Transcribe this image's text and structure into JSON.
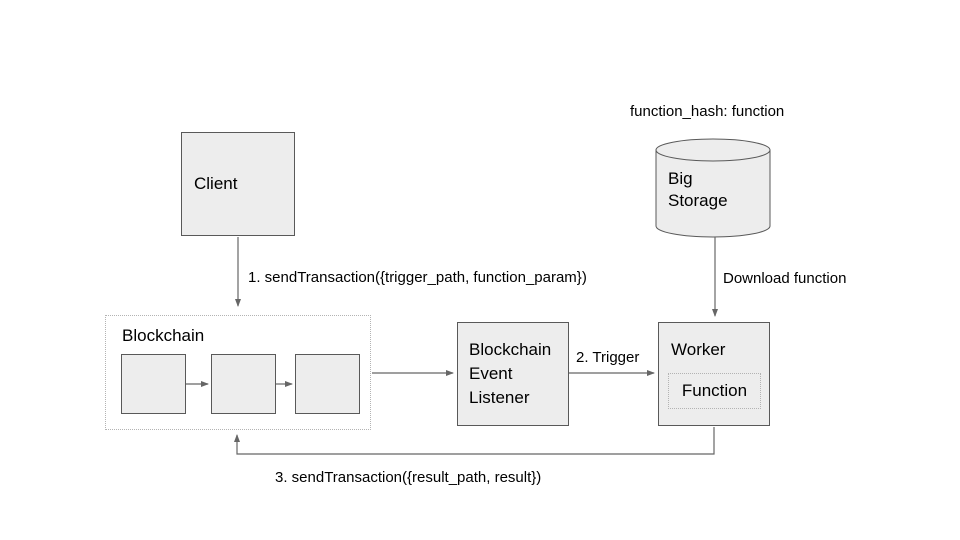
{
  "colors": {
    "background": "#ffffff",
    "node_fill": "#ededed",
    "node_border": "#595959",
    "dotted_border": "#b3b3b3",
    "arrow_color": "#666666",
    "text_color": "#000000"
  },
  "nodes": {
    "client": {
      "label": "Client"
    },
    "big_storage": {
      "label": "Big Storage",
      "annotation": "function_hash: function"
    },
    "blockchain": {
      "label": "Blockchain",
      "block_count": 3
    },
    "event_listener": {
      "label": "Blockchain Event Listener"
    },
    "worker": {
      "label": "Worker",
      "function": {
        "label": "Function"
      }
    }
  },
  "edges": [
    {
      "id": "client-to-blockchain",
      "label": "1. sendTransaction({trigger_path, function_param})"
    },
    {
      "id": "storage-to-worker",
      "label": "Download function"
    },
    {
      "id": "blockchain-to-listener",
      "label": ""
    },
    {
      "id": "listener-to-worker",
      "label": "2. Trigger"
    },
    {
      "id": "worker-to-blockchain",
      "label": "3. sendTransaction({result_path, result})"
    }
  ]
}
